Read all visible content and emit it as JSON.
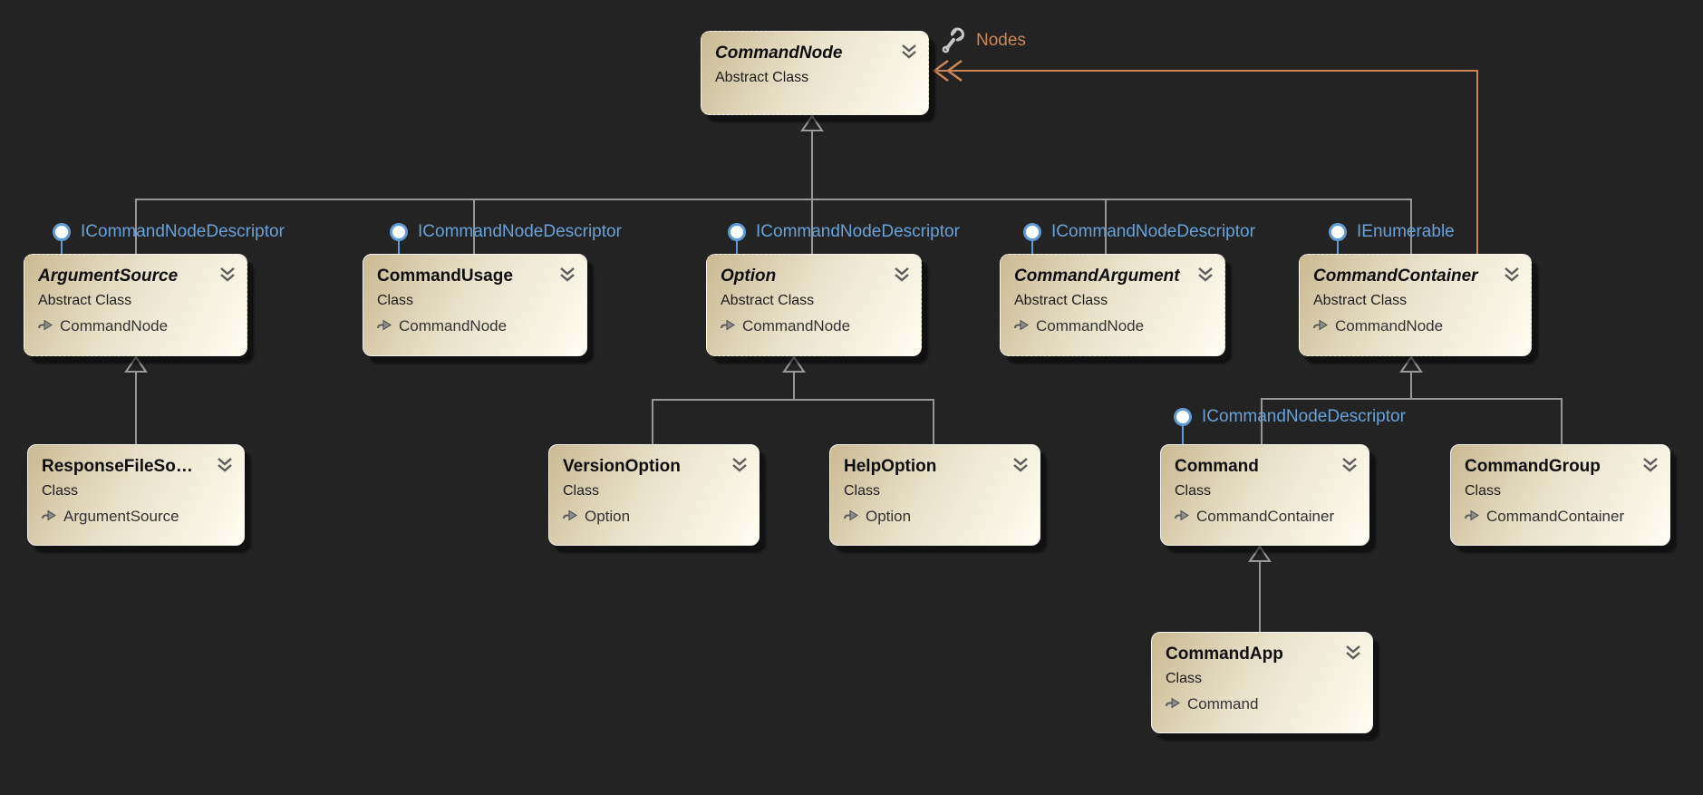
{
  "diagram": {
    "annotation": {
      "label": "Nodes"
    },
    "colors": {
      "background": "#232323",
      "association": "#cd8757",
      "interface_blue": "#68a2d8",
      "connector_gray": "#979797",
      "box_gradient_start": "#c9ba92",
      "box_gradient_end": "#fffdf2"
    },
    "icons": {
      "wrench-icon": "wrench",
      "collapse-chevron-icon": "double-chevron-down",
      "base-type-arrow-icon": "right-arrow",
      "interface-lollipop": "circle-on-stem",
      "inheritance-arrow": "hollow-triangle-up",
      "association-arrowheads": "double-chevron-left"
    },
    "nodes": [
      {
        "title": "CommandNode",
        "stereotype": "Abstract Class"
      },
      {
        "title": "ArgumentSource",
        "stereotype": "Abstract Class",
        "base": "CommandNode",
        "interface": "ICommandNodeDescriptor"
      },
      {
        "title": "CommandUsage",
        "stereotype": "Class",
        "base": "CommandNode",
        "interface": "ICommandNodeDescriptor"
      },
      {
        "title": "Option",
        "stereotype": "Abstract Class",
        "base": "CommandNode",
        "interface": "ICommandNodeDescriptor"
      },
      {
        "title": "CommandArgument",
        "stereotype": "Abstract Class",
        "base": "CommandNode",
        "interface": "ICommandNodeDescriptor"
      },
      {
        "title": "CommandContainer",
        "stereotype": "Abstract Class",
        "base": "CommandNode",
        "interface": "IEnumerable"
      },
      {
        "title": "ResponseFileSo…",
        "stereotype": "Class",
        "base": "ArgumentSource"
      },
      {
        "title": "VersionOption",
        "stereotype": "Class",
        "base": "Option"
      },
      {
        "title": "HelpOption",
        "stereotype": "Class",
        "base": "Option"
      },
      {
        "title": "Command",
        "stereotype": "Class",
        "base": "CommandContainer",
        "interface": "ICommandNodeDescriptor"
      },
      {
        "title": "CommandGroup",
        "stereotype": "Class",
        "base": "CommandContainer"
      },
      {
        "title": "CommandApp",
        "stereotype": "Class",
        "base": "Command"
      }
    ]
  }
}
